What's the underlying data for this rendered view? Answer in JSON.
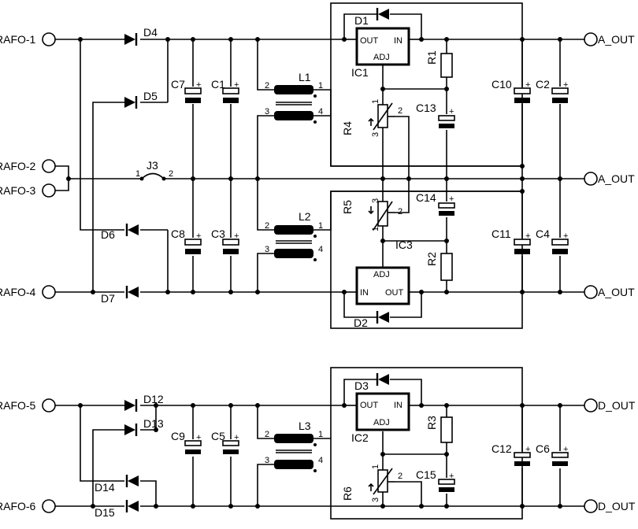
{
  "terminals": {
    "trafo1": "RAFO-1",
    "trafo2": "RAFO-2",
    "trafo3": "RAFO-3",
    "trafo4": "RAFO-4",
    "trafo5": "RAFO-5",
    "trafo6": "RAFO-6",
    "out_pos": "A_OUT",
    "out_gnd": "A_OUT",
    "out_neg": "A_OUT",
    "out_d1": "D_OUT",
    "out_d2": "D_OUT"
  },
  "diodes": {
    "d1": "D1",
    "d2": "D2",
    "d3": "D3",
    "d4": "D4",
    "d5": "D5",
    "d6": "D6",
    "d7": "D7",
    "d12": "D12",
    "d13": "D13",
    "d14": "D14",
    "d15": "D15"
  },
  "capacitors": {
    "c1": "C1",
    "c2": "C2",
    "c3": "C3",
    "c4": "C4",
    "c5": "C5",
    "c6": "C6",
    "c7": "C7",
    "c8": "C8",
    "c9": "C9",
    "c10": "C10",
    "c11": "C11",
    "c12": "C12",
    "c13": "C13",
    "c14": "C14",
    "c15": "C15"
  },
  "resistors": {
    "r1": "R1",
    "r2": "R2",
    "r3": "R3",
    "r4": "R4",
    "r5": "R5",
    "r6": "R6"
  },
  "inductors": {
    "l1": "L1",
    "l2": "L2",
    "l3": "L3"
  },
  "jumper": "J3",
  "regulators": {
    "ic1": {
      "name": "IC1",
      "out": "OUT",
      "in": "IN",
      "adj": "ADJ"
    },
    "ic2": {
      "name": "IC2",
      "out": "OUT",
      "in": "IN",
      "adj": "ADJ"
    },
    "ic3": {
      "name": "IC3",
      "out": "OUT",
      "in": "IN",
      "adj": "ADJ"
    }
  },
  "pins": {
    "p1": "1",
    "p2": "2",
    "p3": "3",
    "p4": "4"
  },
  "polarity": "+"
}
